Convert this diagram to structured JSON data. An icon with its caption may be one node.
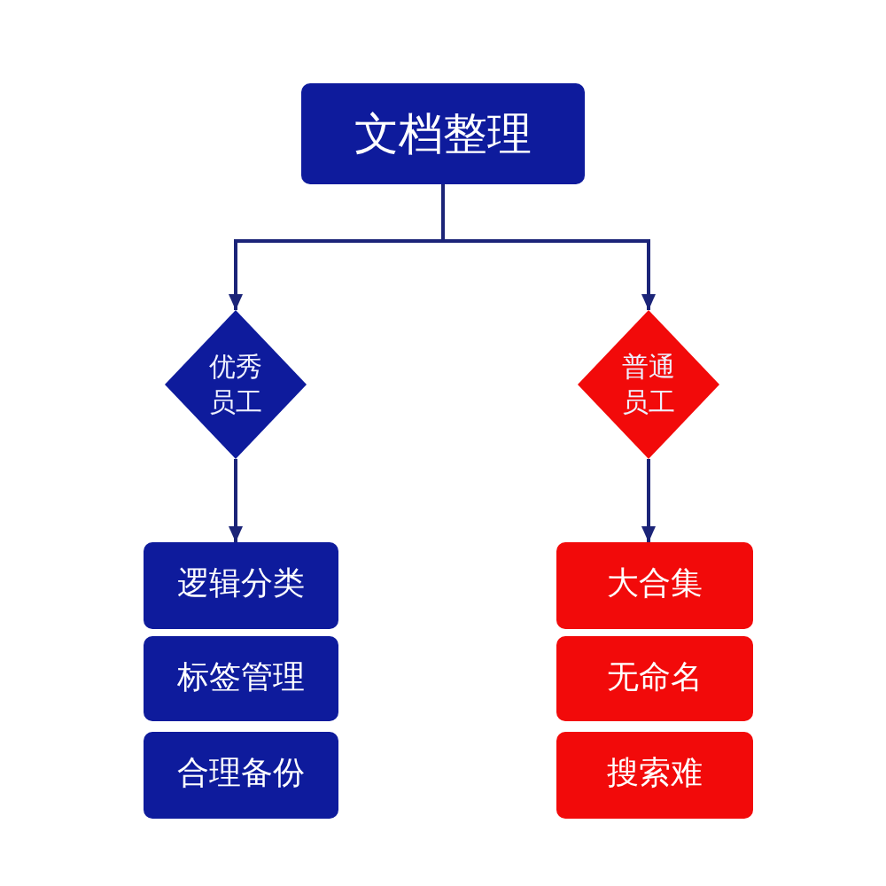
{
  "diagram": {
    "nodes": [
      {
        "text": [
          "文档整理"
        ]
      },
      {
        "text": [
          "优秀员工"
        ]
      },
      {
        "text": [
          "普通员工"
        ]
      },
      {
        "text": [
          "逻辑分类"
        ]
      },
      {
        "text": [
          "标签管理"
        ]
      },
      {
        "text": [
          "合理备份"
        ]
      },
      {
        "text": [
          "大合集"
        ]
      },
      {
        "text": [
          "无命名"
        ]
      },
      {
        "text": [
          "搜索难"
        ]
      }
    ],
    "edges": [
      {
        "from": 0,
        "to": 1,
        "arrow": "to"
      },
      {
        "from": 0,
        "to": 2,
        "arrow": "to"
      },
      {
        "from": 1,
        "to": 3,
        "arrow": "to"
      },
      {
        "from": 2,
        "to": 6,
        "arrow": "to"
      }
    ]
  }
}
